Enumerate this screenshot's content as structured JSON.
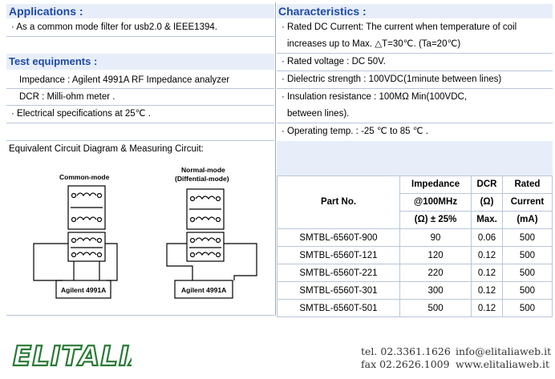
{
  "applications": {
    "title": "Applications :",
    "items": [
      "· As a common mode filter for usb2.0 & IEEE1394."
    ]
  },
  "test_equipments": {
    "title": "Test equipments :",
    "items": [
      "Impedance : Agilent 4991A RF Impedance analyzer",
      "DCR : Milli-ohm meter .",
      "· Electrical specifications at 25℃ ."
    ]
  },
  "circuit": {
    "caption": "Equivalent Circuit Diagram & Measuring Circuit:",
    "left_label": "Common-mode",
    "right_label_1": "Normal-mode",
    "right_label_2": "(Diffential-mode)",
    "meter_left": "Agilent 4991A",
    "meter_right": "Agilent 4991A"
  },
  "characteristics": {
    "title": "Characteristics :",
    "items": [
      "· Rated DC Current: The current when temperature of coil",
      "increases up to Max. △T=30℃. (Ta=20℃)",
      "· Rated voltage : DC 50V.",
      "· Dielectric strength : 100VDC(1minute between lines)",
      "· Insulation resistance : 100MΩ  Min(100VDC,",
      "between lines).",
      "· Operating temp. : -25 ℃ to 85 ℃ ."
    ]
  },
  "spec_table": {
    "headers": {
      "part": "Part    No.",
      "imp_1": "Impedance",
      "imp_2": "@100MHz",
      "imp_3": "(Ω) ± 25%",
      "dcr_1": "DCR",
      "dcr_2": "(Ω)",
      "dcr_3": "Max.",
      "cur_1": "Rated",
      "cur_2": "Current",
      "cur_3": "(mA)"
    },
    "rows": [
      {
        "part": "SMTBL-6560T-900",
        "impedance": "90",
        "dcr": "0.06",
        "current": "500"
      },
      {
        "part": "SMTBL-6560T-121",
        "impedance": "120",
        "dcr": "0.12",
        "current": "500"
      },
      {
        "part": "SMTBL-6560T-221",
        "impedance": "220",
        "dcr": "0.12",
        "current": "500"
      },
      {
        "part": "SMTBL-6560T-301",
        "impedance": "300",
        "dcr": "0.12",
        "current": "500"
      },
      {
        "part": "SMTBL-6560T-501",
        "impedance": "500",
        "dcr": "0.12",
        "current": "500"
      }
    ]
  },
  "footer": {
    "logo_text": "ELITALIA",
    "phone": "tel. 02.3361.1626",
    "email": "info@elitaliaweb.it",
    "fax": "fax 02.2626.1009",
    "web": "www.elitaliaweb.it",
    "logo_color": "#2a7a36"
  }
}
